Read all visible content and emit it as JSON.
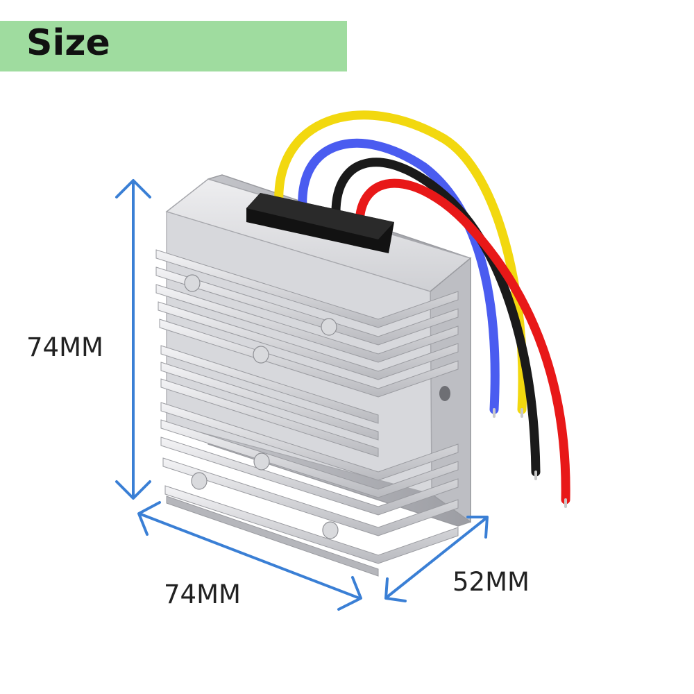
{
  "header": {
    "title": "Size",
    "background_color": "#9fdc9f"
  },
  "product": {
    "name_icon": "dc-converter-heatsink",
    "wire_colors": [
      "#f2d80f",
      "#4a5cf0",
      "#1a1a1a",
      "#e81818"
    ]
  },
  "dimensions": {
    "height_label": "74MM",
    "width_label": "74MM",
    "depth_label": "52MM",
    "arrow_color": "#3a7fd5"
  }
}
